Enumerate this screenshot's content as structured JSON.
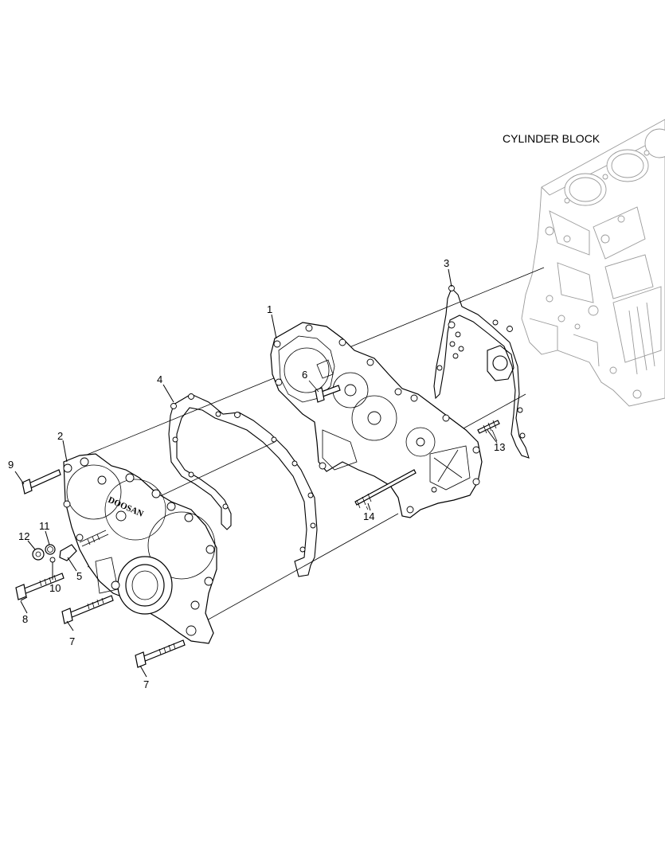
{
  "diagram": {
    "cylinder_block_label": "CYLINDER BLOCK",
    "callouts": [
      "1",
      "2",
      "3",
      "4",
      "5",
      "6",
      "7",
      "7",
      "8",
      "9",
      "10",
      "11",
      "12",
      "13",
      "14"
    ],
    "brand_mark": "DOOSAN"
  }
}
